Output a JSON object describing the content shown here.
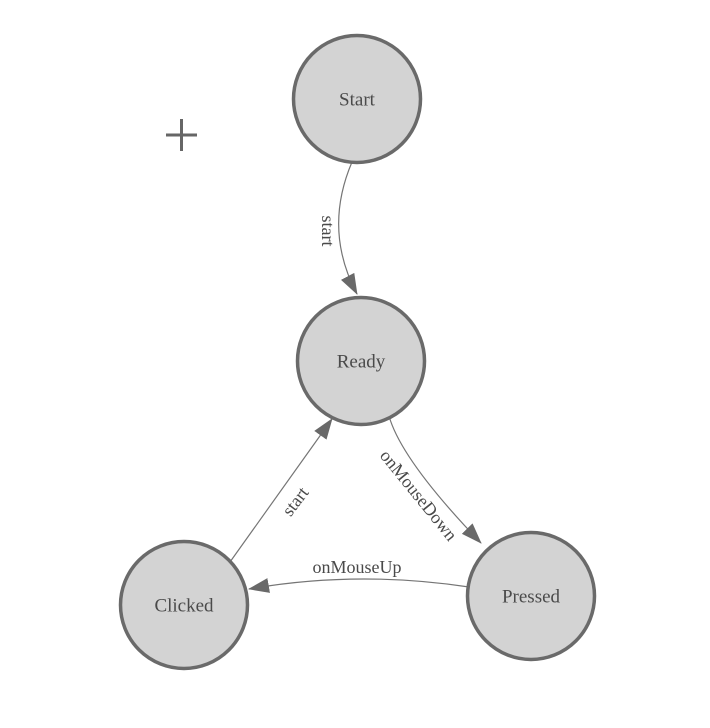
{
  "diagram": {
    "kind": "state-machine",
    "nodes": [
      {
        "id": "start",
        "label": "Start"
      },
      {
        "id": "ready",
        "label": "Ready"
      },
      {
        "id": "clicked",
        "label": "Clicked"
      },
      {
        "id": "pressed",
        "label": "Pressed"
      }
    ],
    "edges": [
      {
        "from": "start",
        "to": "ready",
        "label": "start"
      },
      {
        "from": "ready",
        "to": "pressed",
        "label": "onMouseDown"
      },
      {
        "from": "pressed",
        "to": "clicked",
        "label": "onMouseUp"
      },
      {
        "from": "clicked",
        "to": "ready",
        "label": "start"
      }
    ],
    "icons": {
      "crosshair": "+"
    },
    "colors": {
      "background": "#ffffff",
      "node_fill": "#d3d3d3",
      "node_stroke": "#6a6a6a",
      "edge_stroke": "#757575",
      "arrowhead_fill": "#696969",
      "label_text": "#4a4a4a",
      "crosshair": "#666666"
    }
  }
}
